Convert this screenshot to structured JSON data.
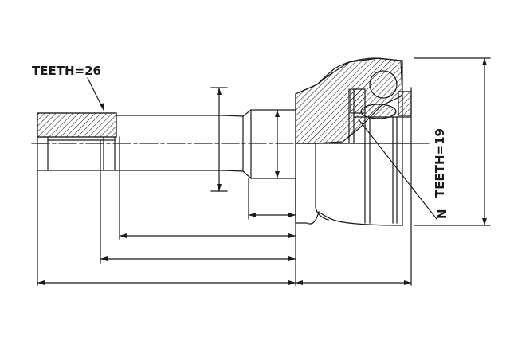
{
  "labels": {
    "teeth_left": "TEETH=26",
    "teeth_right": "TEETH=19",
    "n_label": "N"
  }
}
